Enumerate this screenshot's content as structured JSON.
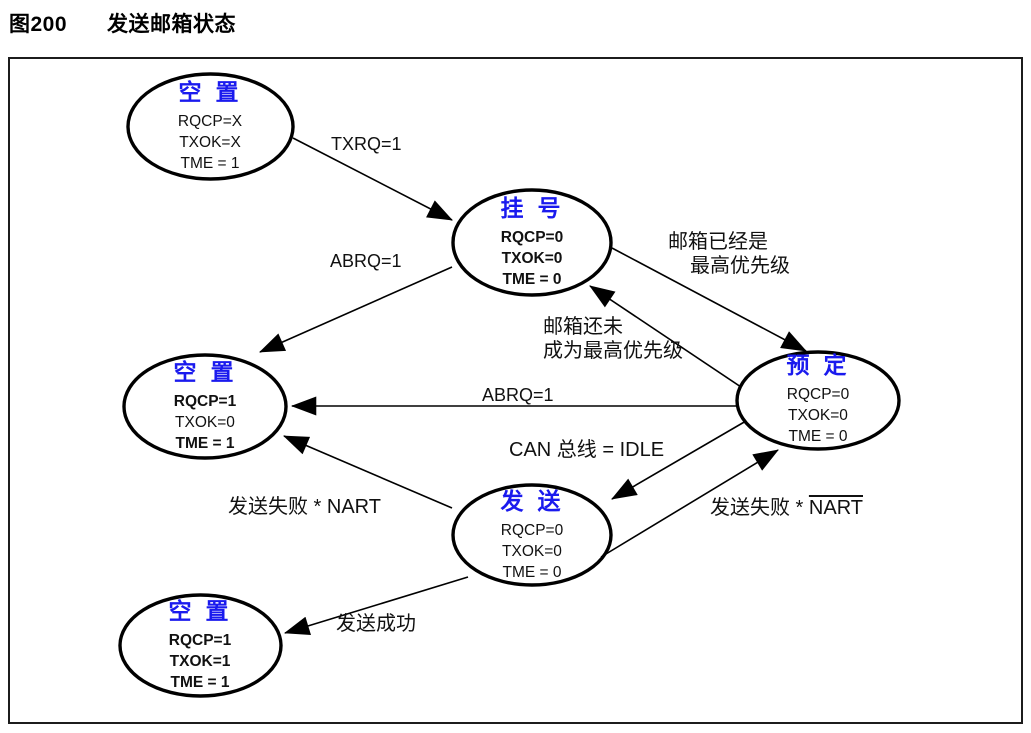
{
  "figure": {
    "number": "图200",
    "title": "发送邮箱状态"
  },
  "colors": {
    "state_name": "#1a1aee",
    "stroke": "#000000",
    "frame_border": "#1c1c1c"
  },
  "states": {
    "empty_top": {
      "name": "空 置",
      "p1": "RQCP=X",
      "p2": "TXOK=X",
      "p3": "TME = 1"
    },
    "pending": {
      "name": "挂 号",
      "p1": "RQCP=0",
      "p2": "TXOK=0",
      "p3": "TME = 0"
    },
    "scheduled": {
      "name": "预 定",
      "p1": "RQCP=0",
      "p2": "TXOK=0",
      "p3": "TME = 0"
    },
    "empty_left": {
      "name": "空 置",
      "p1": "RQCP=1",
      "p2": "TXOK=0",
      "p3": "TME = 1"
    },
    "transmit": {
      "name": "发 送",
      "p1": "RQCP=0",
      "p2": "TXOK=0",
      "p3": "TME = 0"
    },
    "empty_bottom": {
      "name": "空 置",
      "p1": "RQCP=1",
      "p2": "TXOK=1",
      "p3": "TME = 1"
    }
  },
  "labels": {
    "txrq": "TXRQ=1",
    "already_highest_line1": "邮箱已经是",
    "already_highest_line2": "最高优先级",
    "not_highest_line1": "邮箱还未",
    "not_highest_line2": "成为最高优先级",
    "abrq_upper": "ABRQ=1",
    "abrq_mid": "ABRQ=1",
    "can_idle": "CAN 总线 = IDLE",
    "fail_nart_plain": "发送失败 * NART",
    "fail_nart_prefix": "发送失败 * ",
    "fail_nart_overlined": "NART",
    "success": "发送成功"
  }
}
